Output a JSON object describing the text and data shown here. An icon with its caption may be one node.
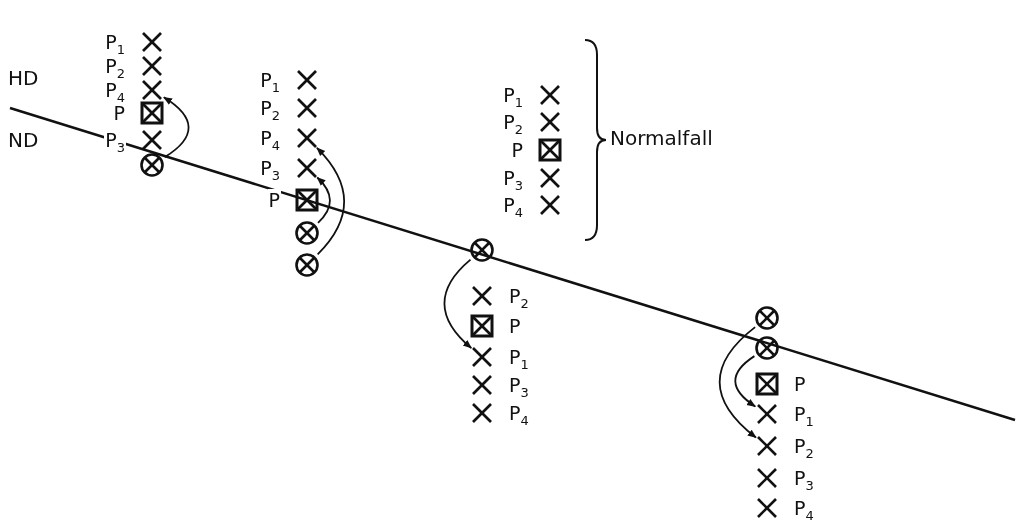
{
  "diagram": {
    "nodes": [
      {
        "text": [],
        "shape": "cross",
        "beside": [
          "P$_{1}$"
        ]
      },
      {
        "text": [],
        "shape": "cross",
        "beside": [
          "P$_{2}$"
        ]
      },
      {
        "text": [],
        "shape": "cross",
        "beside": [
          "P$_{4}$"
        ]
      },
      {
        "text": [],
        "shape": "box",
        "beside": [
          "P"
        ]
      },
      {
        "text": [],
        "shape": "cross",
        "beside": [
          "P$_{3}$"
        ]
      },
      {
        "text": [],
        "shape": "circle"
      },
      {
        "text": [],
        "shape": "cross",
        "beside": [
          "P$_{1}$"
        ]
      },
      {
        "text": [],
        "shape": "cross",
        "beside": [
          "P$_{2}$"
        ]
      },
      {
        "text": [],
        "shape": "cross",
        "beside": [
          "P$_{4}$"
        ]
      },
      {
        "text": [],
        "shape": "cross",
        "beside": [
          "P$_{3}$"
        ]
      },
      {
        "text": [],
        "shape": "box",
        "beside": [
          "P"
        ]
      },
      {
        "text": [],
        "shape": "circle"
      },
      {
        "text": [],
        "shape": "circle"
      },
      {
        "text": [],
        "shape": "cross",
        "beside": [
          "P$_{1}$"
        ]
      },
      {
        "text": [],
        "shape": "cross",
        "beside": [
          "P$_{2}$"
        ]
      },
      {
        "text": [],
        "shape": "box",
        "beside": [
          "P"
        ]
      },
      {
        "text": [],
        "shape": "cross",
        "beside": [
          "P$_{3}$"
        ]
      },
      {
        "text": [],
        "shape": "cross",
        "beside": [
          "P$_{4}$"
        ]
      },
      {
        "text": [],
        "shape": "circle"
      },
      {
        "text": [],
        "shape": "cross",
        "beside": [
          "P$_{2}$"
        ]
      },
      {
        "text": [],
        "shape": "box",
        "beside": [
          "P"
        ]
      },
      {
        "text": [],
        "shape": "cross",
        "beside": [
          "P$_{1}$"
        ]
      },
      {
        "text": [],
        "shape": "cross",
        "beside": [
          "P$_{3}$"
        ]
      },
      {
        "text": [],
        "shape": "cross",
        "beside": [
          "P$_{4}$"
        ]
      },
      {
        "text": [],
        "shape": "circle"
      },
      {
        "text": [],
        "shape": "circle"
      },
      {
        "text": [],
        "shape": "box",
        "beside": [
          "P"
        ]
      },
      {
        "text": [],
        "shape": "cross",
        "beside": [
          "P$_{1}$"
        ]
      },
      {
        "text": [],
        "shape": "cross",
        "beside": [
          "P$_{2}$"
        ]
      },
      {
        "text": [],
        "shape": "cross",
        "beside": [
          "P$_{3}$"
        ]
      },
      {
        "text": [],
        "shape": "cross",
        "beside": [
          "P$_{4}$"
        ]
      }
    ],
    "edges": [
      {
        "from": 5,
        "to": 2,
        "arrow": "to"
      },
      {
        "from": 12,
        "to": 8,
        "arrow": "to"
      },
      {
        "from": 11,
        "to": 9,
        "arrow": "to"
      },
      {
        "from": 18,
        "to": 21,
        "arrow": "to"
      },
      {
        "from": 24,
        "to": 28,
        "arrow": "to"
      },
      {
        "from": 25,
        "to": 27,
        "arrow": "to"
      }
    ],
    "labels": [
      "HD",
      "ND",
      "Normalfall"
    ]
  }
}
